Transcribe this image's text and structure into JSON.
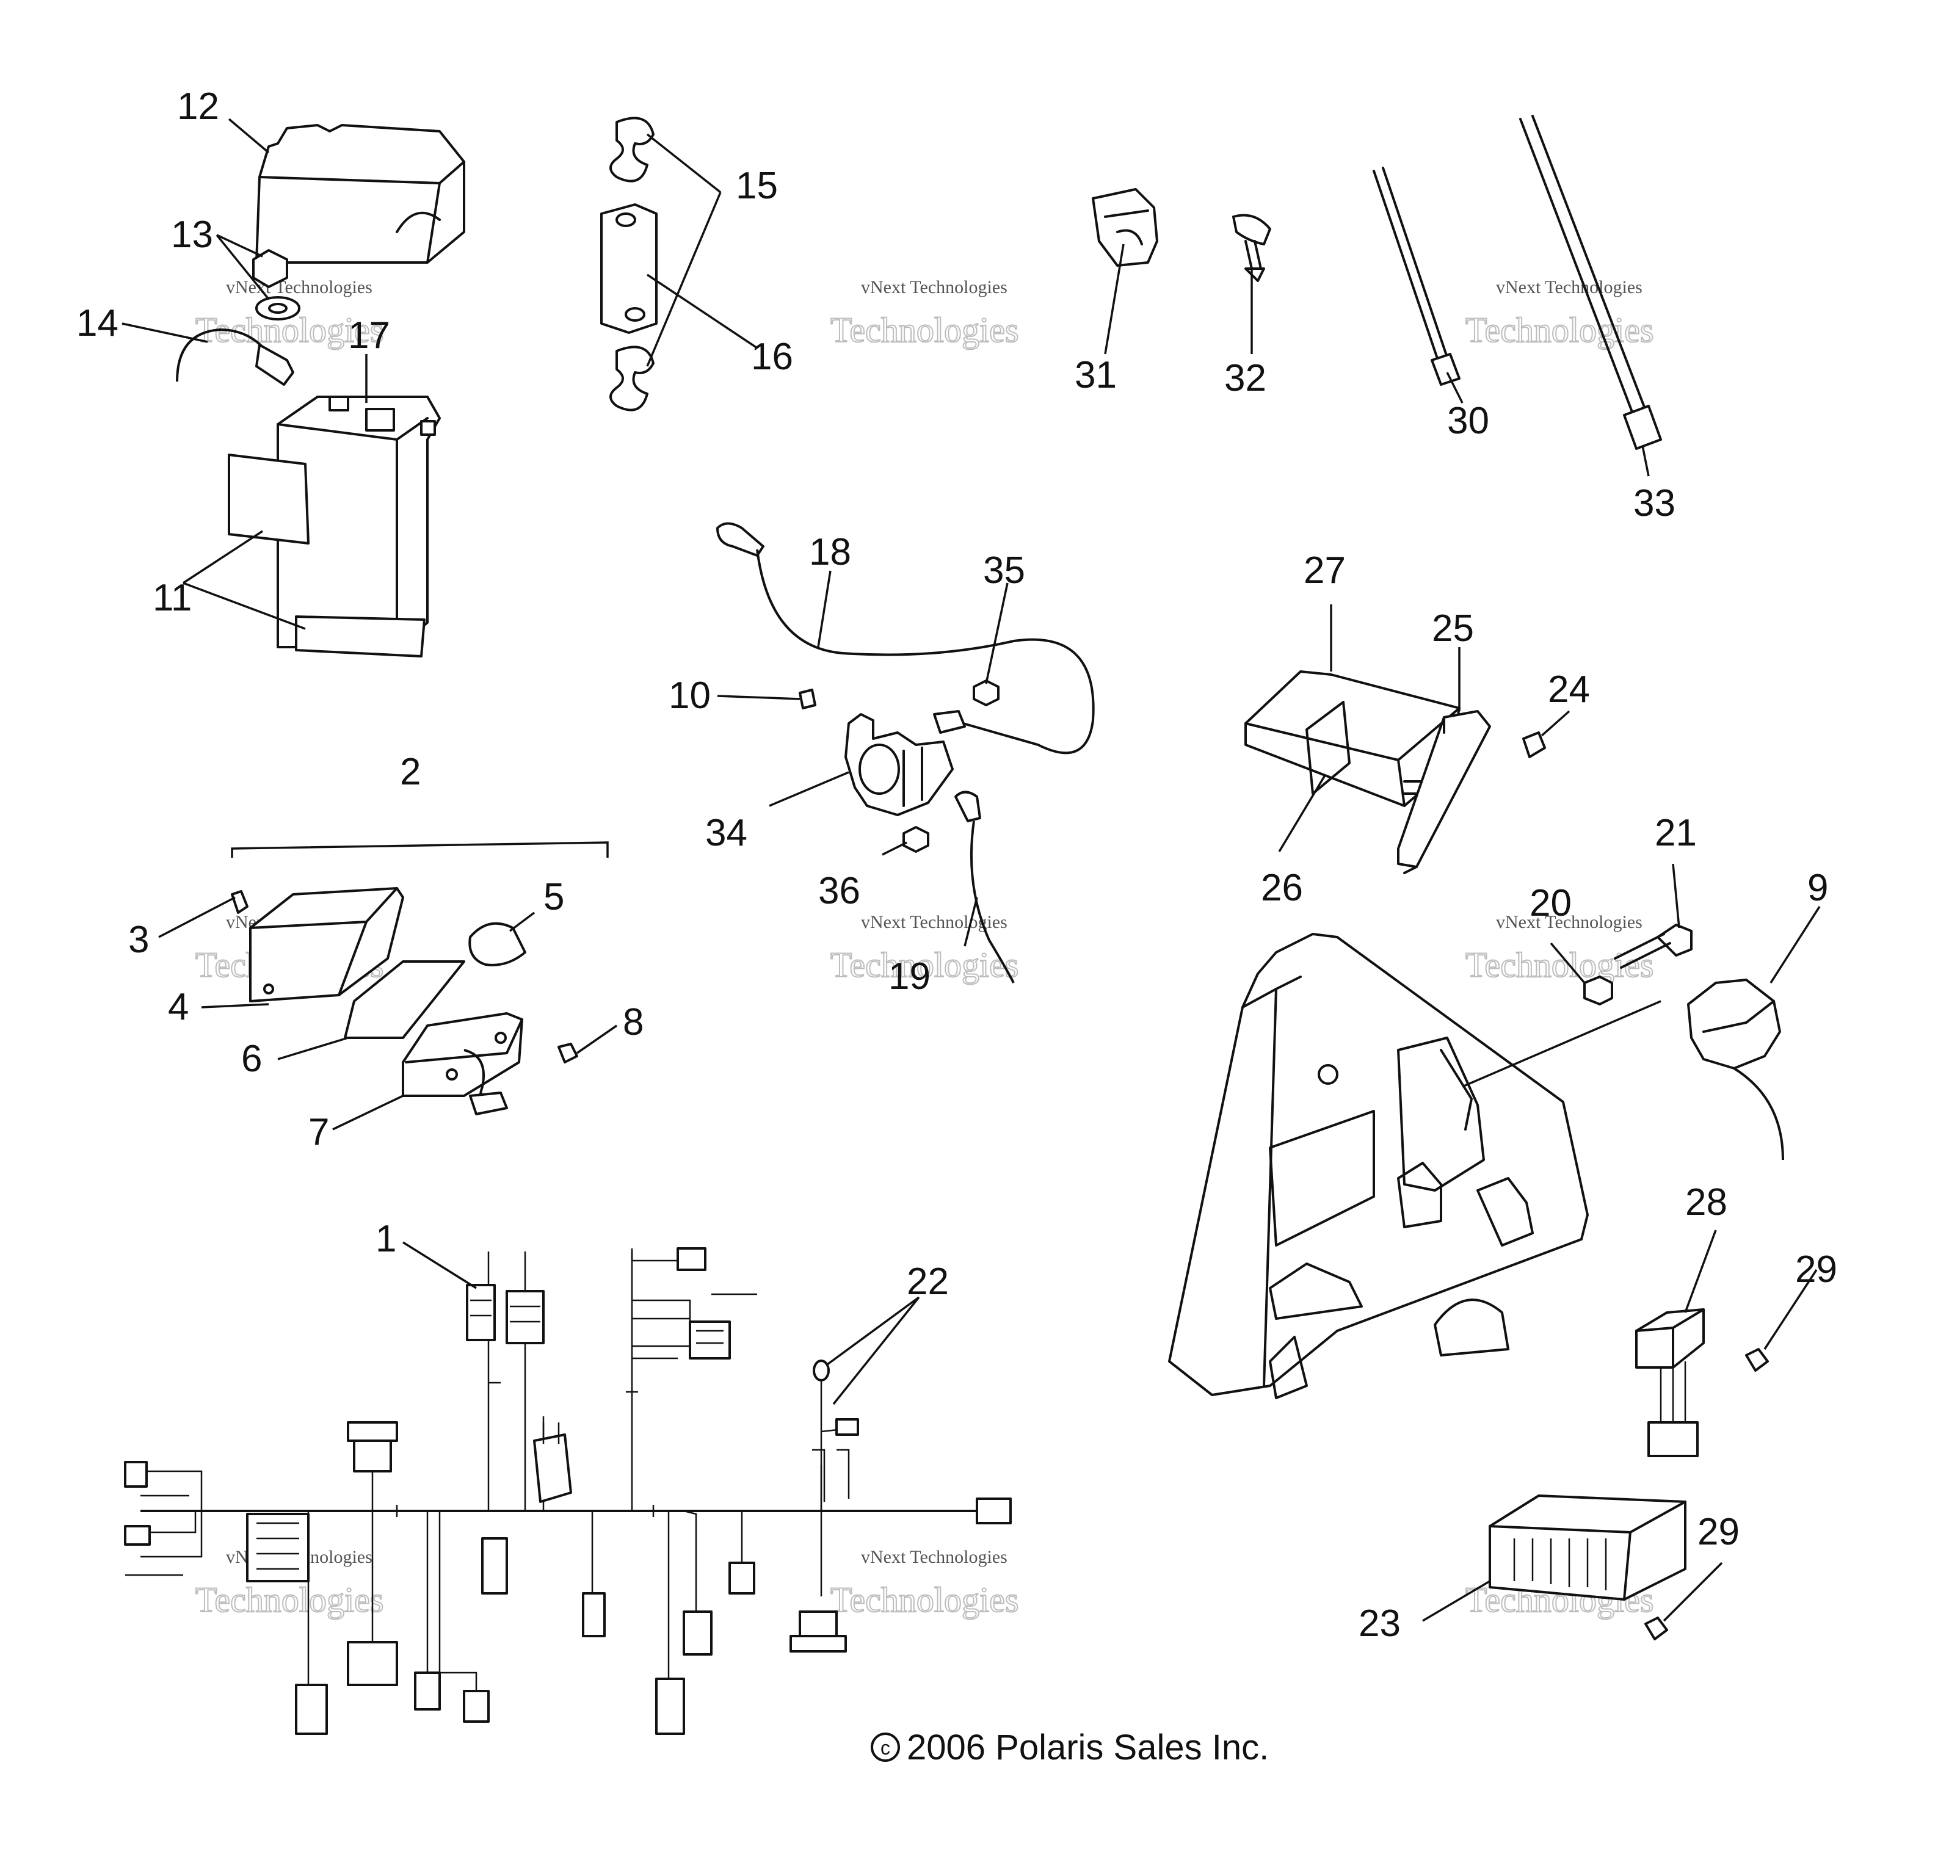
{
  "copyright": "2006 Polaris Sales Inc.",
  "watermark": {
    "line1": "vNext Technologies",
    "line2": "Technologies"
  },
  "callouts": [
    {
      "label": "12"
    },
    {
      "label": "13"
    },
    {
      "label": "14"
    },
    {
      "label": "17"
    },
    {
      "label": "11"
    },
    {
      "label": "15"
    },
    {
      "label": "16"
    },
    {
      "label": "31"
    },
    {
      "label": "32"
    },
    {
      "label": "30"
    },
    {
      "label": "33"
    },
    {
      "label": "18"
    },
    {
      "label": "35"
    },
    {
      "label": "10"
    },
    {
      "label": "34"
    },
    {
      "label": "36"
    },
    {
      "label": "19"
    },
    {
      "label": "27"
    },
    {
      "label": "25"
    },
    {
      "label": "24"
    },
    {
      "label": "26"
    },
    {
      "label": "21"
    },
    {
      "label": "9"
    },
    {
      "label": "20"
    },
    {
      "label": "2"
    },
    {
      "label": "3"
    },
    {
      "label": "5"
    },
    {
      "label": "4"
    },
    {
      "label": "6"
    },
    {
      "label": "8"
    },
    {
      "label": "7"
    },
    {
      "label": "1"
    },
    {
      "label": "22"
    },
    {
      "label": "28"
    },
    {
      "label": "29"
    },
    {
      "label": "29"
    },
    {
      "label": "23"
    }
  ]
}
